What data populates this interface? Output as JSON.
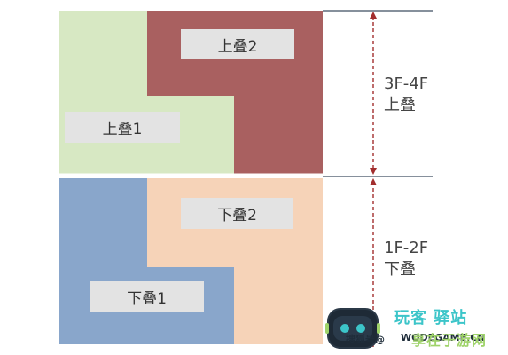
{
  "diagram": {
    "upper_stack": {
      "unit_1": {
        "label": "上叠1",
        "color": "#d7e8c3"
      },
      "unit_2": {
        "label": "上叠2",
        "color": "#a96060"
      }
    },
    "lower_stack": {
      "unit_1": {
        "label": "下叠1",
        "color": "#89a6cb"
      },
      "unit_2": {
        "label": "下叠2",
        "color": "#f6d3b8"
      }
    },
    "dimension_upper": {
      "floors": "3F-4F",
      "name": "上叠"
    },
    "dimension_lower": {
      "floors": "1F-2F",
      "name": "下叠"
    },
    "dimension_line_color": "#a22d2d",
    "guide_line_color": "#3e4e62"
  },
  "watermark": {
    "robot_icon": "robot-icon",
    "text_1": "玩客 驿站",
    "text_2": "搜狐号@",
    "text_3": "WODEGAME.CN",
    "text_4": "享在于游网",
    "color_1": "#3cc5c9",
    "color_2": "#9fd36a"
  }
}
